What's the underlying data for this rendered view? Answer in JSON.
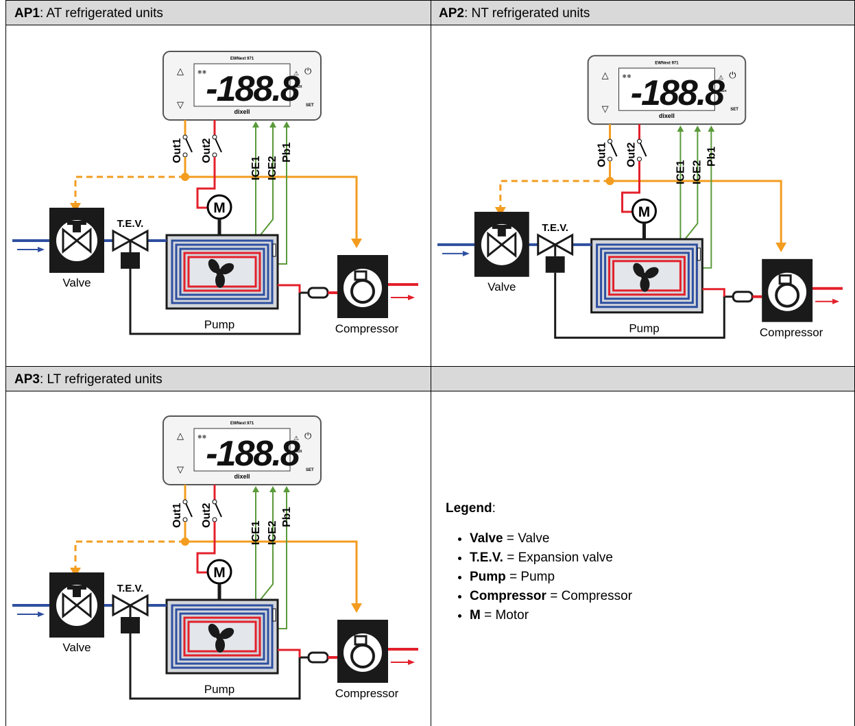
{
  "panels": [
    {
      "code": "AP1",
      "title": ": AT refrigerated units"
    },
    {
      "code": "AP2",
      "title": ": NT refrigerated units"
    },
    {
      "code": "AP3",
      "title": ": LT refrigerated units"
    }
  ],
  "diagram": {
    "controller_model": "EWNext 971",
    "display_digits": "-188.8",
    "brand": "dixell",
    "set_label": "SET",
    "aux_label": "AUX",
    "outputs": [
      "Out1",
      "Out2"
    ],
    "inputs": [
      "ICE1",
      "ICE2",
      "Pb1"
    ],
    "motor_label": "M",
    "tev_label": "T.E.V.",
    "valve_label": "Valve",
    "pump_label": "Pump",
    "compressor_label": "Compressor"
  },
  "legend": {
    "title": "Legend",
    "colon": ":",
    "items": [
      {
        "term": "Valve",
        "desc": " = Valve"
      },
      {
        "term": "T.E.V.",
        "desc": " = Expansion valve"
      },
      {
        "term": "Pump",
        "desc": " = Pump"
      },
      {
        "term": "Compressor",
        "desc": " = Compressor"
      },
      {
        "term": "M",
        "desc": " = Motor"
      }
    ]
  },
  "colors": {
    "header_bg": "#d9d9d9",
    "orange": "#f39c1f",
    "red": "#e3202b",
    "blue": "#2e4fa0",
    "green": "#5a9a3a",
    "black": "#1a1a1a"
  }
}
